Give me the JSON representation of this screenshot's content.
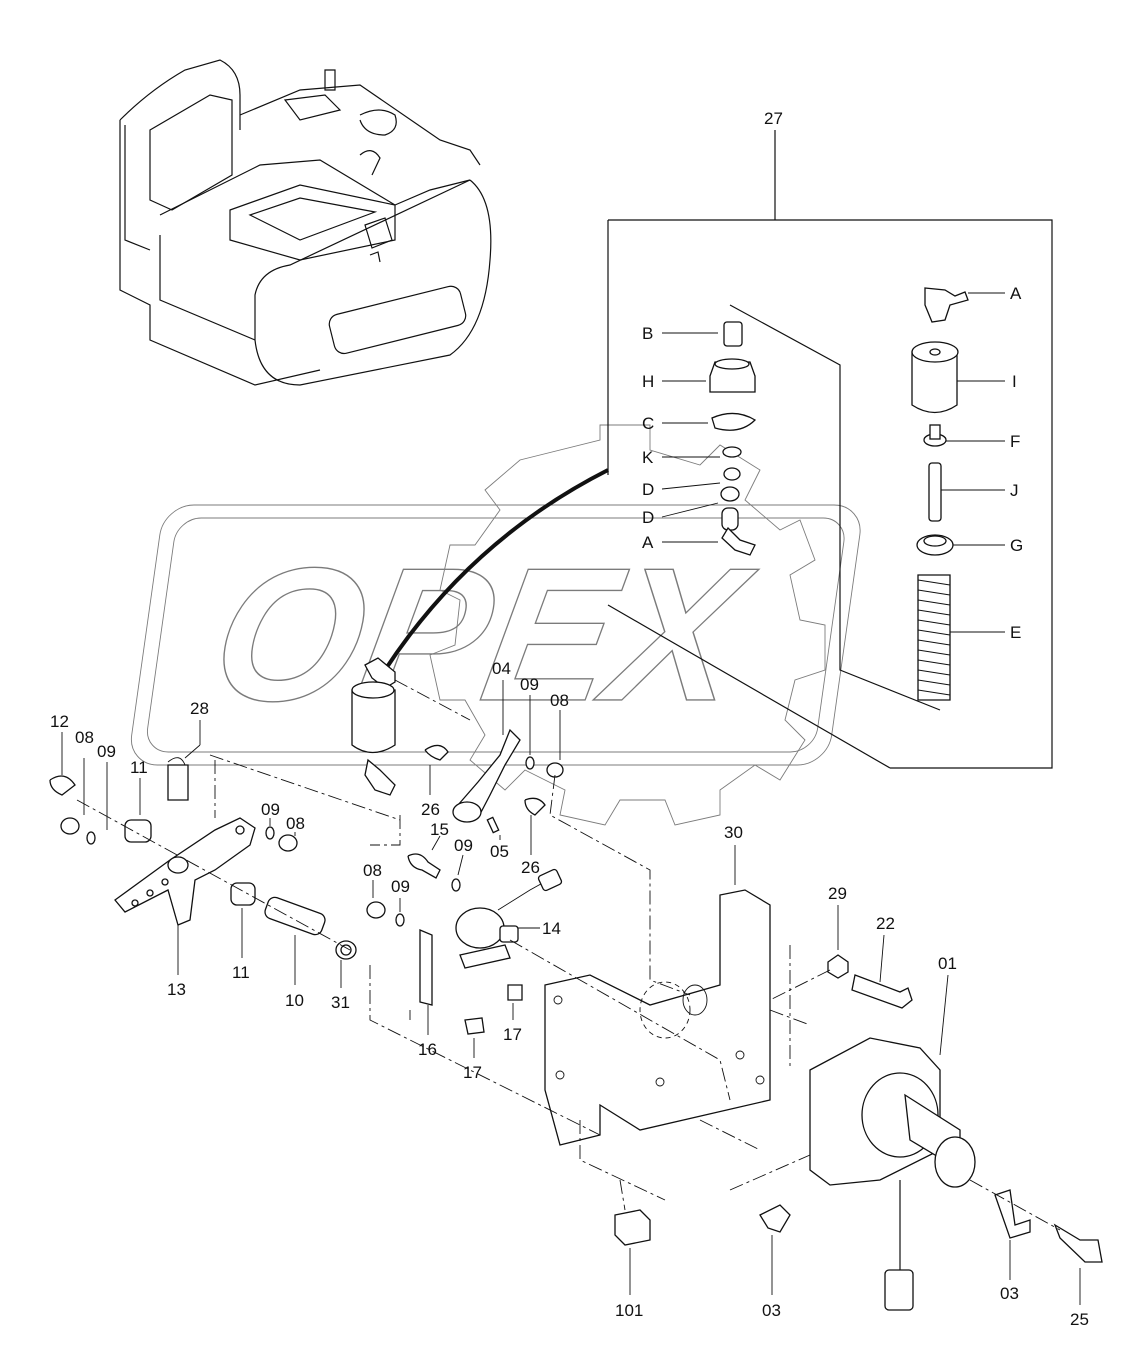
{
  "watermark": {
    "text": "OPEX"
  },
  "labels": {
    "l27": "27",
    "lA1": "A",
    "lB": "B",
    "lH": "H",
    "lC": "C",
    "lK": "K",
    "lD1": "D",
    "lD2": "D",
    "lA2": "A",
    "lI": "I",
    "lF": "F",
    "lJ": "J",
    "lG": "G",
    "lE": "E",
    "l12": "12",
    "l08a": "08",
    "l09a": "09",
    "l11a": "11",
    "l28": "28",
    "l09b": "09",
    "l08b": "08",
    "l13": "13",
    "l11b": "11",
    "l10": "10",
    "l31": "31",
    "l04": "04",
    "l09c": "09",
    "l08c": "08",
    "l26a": "26",
    "l05": "05",
    "l26b": "26",
    "l15": "15",
    "l09d": "09",
    "l08d": "08",
    "l09e": "09",
    "l14": "14",
    "l16": "16",
    "l17a": "17",
    "l17b": "17",
    "l30": "30",
    "l29": "29",
    "l22": "22",
    "l01": "01",
    "l101": "101",
    "l03a": "03",
    "l03b": "03",
    "l25": "25"
  }
}
